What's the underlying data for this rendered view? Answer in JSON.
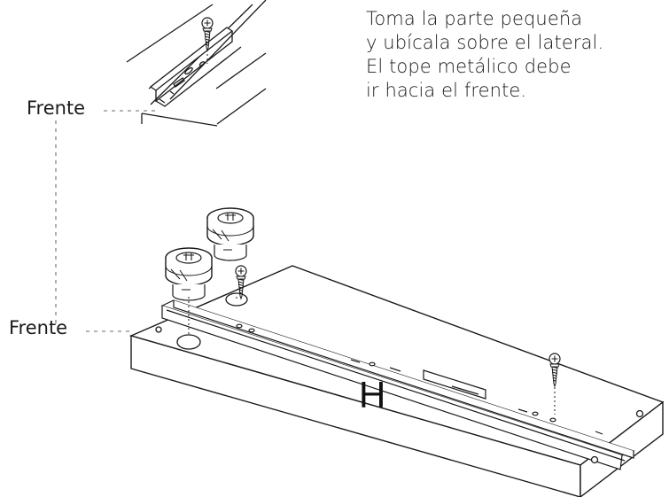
{
  "instructions": {
    "lines": [
      "Toma la parte pequeña",
      "y ubícala sobre el lateral.",
      "El tope metálico debe",
      "ir hacia el frente."
    ]
  },
  "labels": {
    "front_top": "Frente",
    "front_bottom": "Frente",
    "part": "H"
  },
  "colors": {
    "line": "#1a1a1a",
    "dash": "#9a9a9a",
    "background": "#ffffff"
  }
}
